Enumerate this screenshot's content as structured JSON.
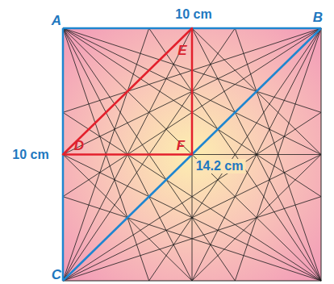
{
  "diagram": {
    "labels": [
      "A",
      "10 cm",
      "B",
      "E",
      "D",
      "10 cm",
      "F",
      "14.2 cm",
      "C"
    ]
  }
}
